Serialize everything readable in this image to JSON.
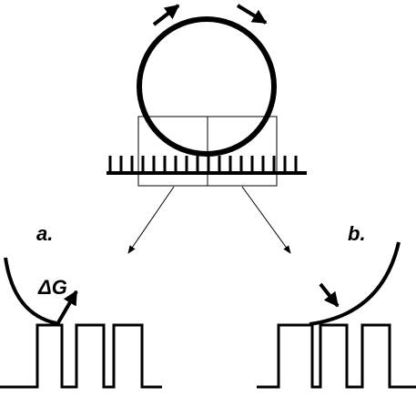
{
  "labels": {
    "panel_a": "a.",
    "panel_b": "b.",
    "delta_g": "ΔG"
  },
  "colors": {
    "ink": "#000000",
    "background": "#ffffff"
  }
}
